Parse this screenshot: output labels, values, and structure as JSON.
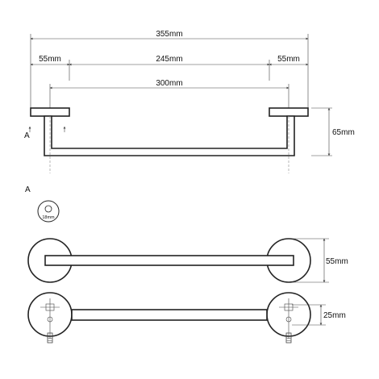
{
  "dimensions": {
    "overall_width": "355mm",
    "left_rosette": "55mm",
    "bar_span": "245mm",
    "right_rosette": "55mm",
    "centres": "300mm",
    "projection": "65mm",
    "rosette_diameter": "55mm",
    "bar_thickness": "25mm"
  },
  "detail": {
    "label": "A",
    "marker": "A",
    "size": "18mm"
  }
}
